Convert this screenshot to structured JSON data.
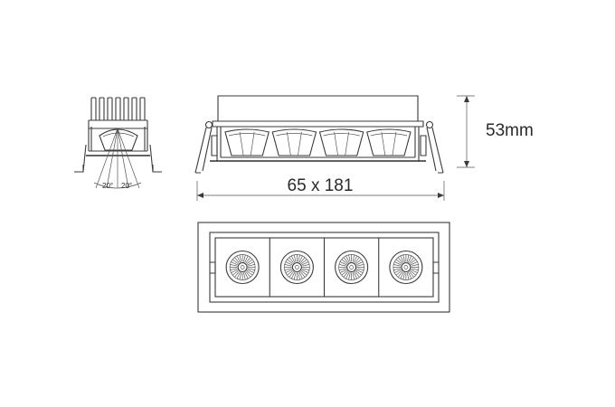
{
  "dimensions": {
    "height_label": "53mm",
    "width_label": "65 x 181"
  },
  "beam_angles": {
    "left_label": "20°",
    "right_label": "20°"
  },
  "fixture": {
    "led_count": 4
  },
  "colors": {
    "line": "#3a3a3a",
    "background": "#ffffff"
  }
}
